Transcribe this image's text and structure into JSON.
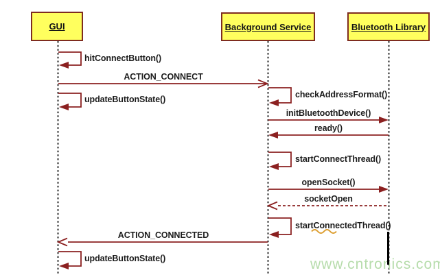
{
  "diagram": {
    "type": "uml-sequence",
    "actors": [
      {
        "id": "gui",
        "label": "GUI"
      },
      {
        "id": "background-service",
        "label": "Background Service"
      },
      {
        "id": "bluetooth-library",
        "label": "Bluetooth Library"
      }
    ],
    "messages": [
      {
        "label": "hitConnectButton()",
        "from": "GUI",
        "to": "GUI",
        "kind": "self"
      },
      {
        "label": "ACTION_CONNECT",
        "from": "GUI",
        "to": "Background Service",
        "kind": "async-open-arrow"
      },
      {
        "label": "updateButtonState()",
        "from": "GUI",
        "to": "GUI",
        "kind": "self"
      },
      {
        "label": "checkAddressFormat()",
        "from": "Background Service",
        "to": "Background Service",
        "kind": "self"
      },
      {
        "label": "initBluetoothDevice()",
        "from": "Background Service",
        "to": "Bluetooth Library",
        "kind": "sync-solid-arrow"
      },
      {
        "label": "ready()",
        "from": "Bluetooth Library",
        "to": "Background Service",
        "kind": "sync-solid-arrow"
      },
      {
        "label": "startConnectThread()",
        "from": "Background Service",
        "to": "Background Service",
        "kind": "self"
      },
      {
        "label": "openSocket()",
        "from": "Background Service",
        "to": "Bluetooth Library",
        "kind": "sync-solid-arrow"
      },
      {
        "label": "socketOpen",
        "from": "Bluetooth Library",
        "to": "Background Service",
        "kind": "return-dashed-open-arrow"
      },
      {
        "label": "startConnectedThread()",
        "from": "Background Service",
        "to": "Background Service",
        "kind": "self",
        "note": "orange spellcheck squiggle under 'onne'"
      },
      {
        "label": "ACTION_CONNECTED",
        "from": "Background Service",
        "to": "GUI",
        "kind": "async-open-arrow"
      },
      {
        "label": "updateButtonState()",
        "from": "GUI",
        "to": "GUI",
        "kind": "self"
      }
    ],
    "watermark": "www.cntronics.com",
    "colors": {
      "actor_fill": "#ffff5e",
      "actor_border": "#7e2c1f",
      "message_line": "#8b2020",
      "lifeline": "#2a2a2a",
      "label_text": "#1c1c1c",
      "watermark": "#b6dcab",
      "spellcheck_squiggle": "#dd9e2f",
      "black_segment": "#000000"
    }
  }
}
